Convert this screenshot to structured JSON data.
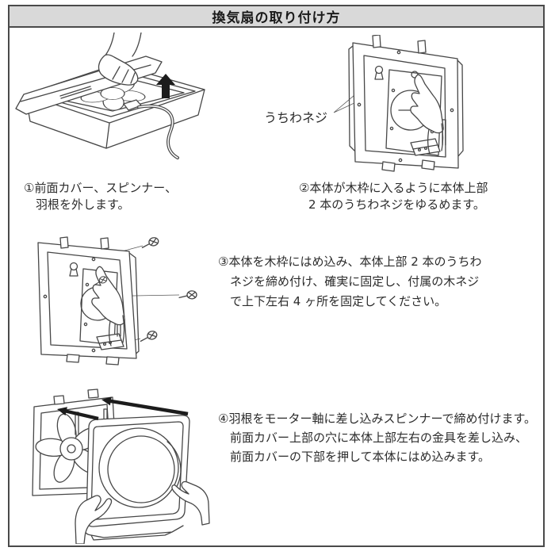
{
  "page": {
    "title": "換気扇の取り付け方"
  },
  "labels": {
    "uchiwa_screw": "うちわネジ"
  },
  "steps": [
    {
      "lines": [
        "①前面カバー、スピンナー、",
        "羽根を外します。"
      ]
    },
    {
      "lines": [
        "②本体が木枠に入るように本体上部",
        "2 本のうちわネジをゆるめます。"
      ]
    },
    {
      "lines": [
        "③本体を木枠にはめ込み、本体上部 2 本のうちわ",
        "ネジを締め付け、確実に固定し、付属の木ネジ",
        "で上下左右 4 ヶ所を固定してください。"
      ]
    },
    {
      "lines": [
        "④羽根をモーター軸に差し込みスピンナーで締め付けます。",
        "前面カバー上部の穴に本体上部左右の金具を差し込み、",
        "前面カバーの下部を押して本体にはめ込みます。"
      ]
    }
  ],
  "icons": {
    "lift_arrow": "up-arrow",
    "push_arrows": "up-left-arrows",
    "wood_screw": "screw",
    "keyhole_slot": "keyhole"
  },
  "colors": {
    "header_bg": "#d9d9d9",
    "frame_border": "#4a4a4a",
    "line_art": "#474747",
    "text": "#2b2b2b",
    "arrow": "#1c1c1c"
  }
}
